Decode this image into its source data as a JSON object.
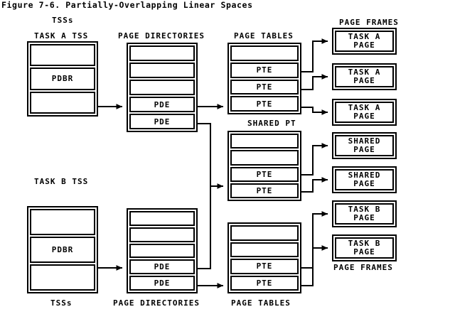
{
  "figure": {
    "title": "Figure 7-6. Partially-Overlapping Linear Spaces"
  },
  "labels": {
    "tsss_top": "TSSs",
    "task_a_tss": "TASK A TSS",
    "task_b_tss": "TASK B TSS",
    "page_directories_top": "PAGE DIRECTORIES",
    "page_tables_top": "PAGE TABLES",
    "shared_pt": "SHARED PT",
    "page_frames_top": "PAGE FRAMES",
    "page_frames_bottom": "PAGE FRAMES",
    "tsss_bottom": "TSSs",
    "page_directories_bottom": "PAGE DIRECTORIES",
    "page_tables_bottom": "PAGE TABLES"
  },
  "task_a_tss": {
    "cells": [
      "",
      "PDBR",
      ""
    ]
  },
  "task_b_tss": {
    "cells": [
      "",
      "PDBR",
      ""
    ]
  },
  "page_directory_a": {
    "cells": [
      "",
      "",
      "",
      "PDE",
      "PDE"
    ]
  },
  "page_directory_b": {
    "cells": [
      "",
      "",
      "",
      "PDE",
      "PDE"
    ]
  },
  "page_table_a": {
    "cells": [
      "",
      "PTE",
      "PTE",
      "PTE"
    ]
  },
  "shared_page_table": {
    "cells": [
      "",
      "",
      "PTE",
      "PTE"
    ]
  },
  "page_table_b": {
    "cells": [
      "",
      "",
      "PTE",
      "PTE"
    ]
  },
  "page_frames": [
    {
      "line1": "TASK A",
      "line2": "PAGE"
    },
    {
      "line1": "TASK A",
      "line2": "PAGE"
    },
    {
      "line1": "TASK A",
      "line2": "PAGE"
    },
    {
      "line1": "SHARED",
      "line2": "PAGE"
    },
    {
      "line1": "SHARED",
      "line2": "PAGE"
    },
    {
      "line1": "TASK B",
      "line2": "PAGE"
    },
    {
      "line1": "TASK B",
      "line2": "PAGE"
    }
  ],
  "colors": {
    "ink": "#000000",
    "paper": "#ffffff"
  }
}
